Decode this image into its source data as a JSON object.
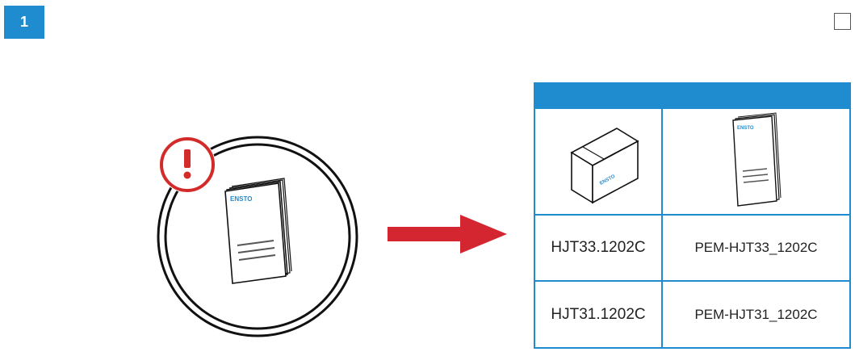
{
  "step_number": "1",
  "brand_mark": "ENSTO",
  "colors": {
    "accent_blue": "#1f8ccf",
    "warning_red": "#d32a2a",
    "arrow_red": "#d42630"
  },
  "table": {
    "rows": [
      {
        "left": "HJT33.1202C",
        "right": "PEM-HJT33_1202C"
      },
      {
        "left": "HJT31.1202C",
        "right": "PEM-HJT31_1202C"
      }
    ]
  }
}
